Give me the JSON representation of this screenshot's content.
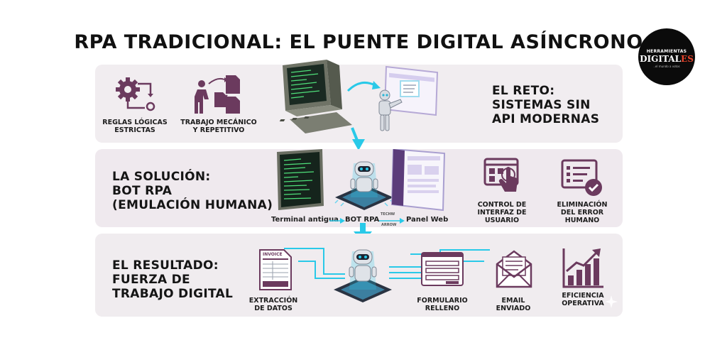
{
  "title": "RPA TRADICIONAL: EL PUENTE DIGITAL ASÍNCRONO",
  "logo": {
    "line1": "HERRAMIENTAS",
    "line2_main": "DIGITAL",
    "line2_accent": "ES",
    "line3": "..el mundo a votos"
  },
  "colors": {
    "accent_purple": "#6b3a5e",
    "accent_cyan": "#29c9e8",
    "panel_bg": "#f1edf0"
  },
  "sections": {
    "challenge": {
      "heading_line1": "EL RETO:",
      "heading_line2": "SISTEMAS SIN",
      "heading_line3": "API MODERNAS",
      "captions": [
        {
          "line1": "REGLAS LÓGICAS",
          "line2": "ESTRICTAS",
          "icon": "gear-flow-icon"
        },
        {
          "line1": "TRABAJO MECÁNICO",
          "line2": "Y REPETITIVO",
          "icon": "worker-documents-icon"
        }
      ]
    },
    "solution": {
      "heading_line1": "LA SOLUCIÓN:",
      "heading_line2": "BOT RPA",
      "heading_line3": "(EMULACIÓN HUMANA)",
      "flow": {
        "from": "Terminal antigua",
        "middle": "BOT RPA",
        "to": "Panel Web",
        "note_top": "TECHW",
        "note_bottom": "ARROW"
      },
      "captions": [
        {
          "line1": "CONTROL DE",
          "line2": "INTERFAZ DE",
          "line3": "USUARIO",
          "icon": "touch-screen-icon"
        },
        {
          "line1": "ELIMINACIÓN",
          "line2": "DEL ERROR",
          "line3": "HUMANO",
          "icon": "checklist-icon"
        }
      ]
    },
    "result": {
      "heading_line1": "EL RESULTADO:",
      "heading_line2": "FUERZA DE",
      "heading_line3": "TRABAJO DIGITAL",
      "invoice_label": "INVOICE",
      "captions": [
        {
          "line1": "EXTRACCIÓN",
          "line2": "DE DATOS",
          "icon": "invoice-icon"
        },
        {
          "line1": "FORMULARIO",
          "line2": "RELLENO",
          "icon": "form-icon"
        },
        {
          "line1": "EMAIL",
          "line2": "ENVIADO",
          "icon": "envelope-icon"
        },
        {
          "line1": "EFICIENCIA",
          "line2": "OPERATIVA",
          "icon": "growth-chart-icon"
        }
      ]
    }
  }
}
